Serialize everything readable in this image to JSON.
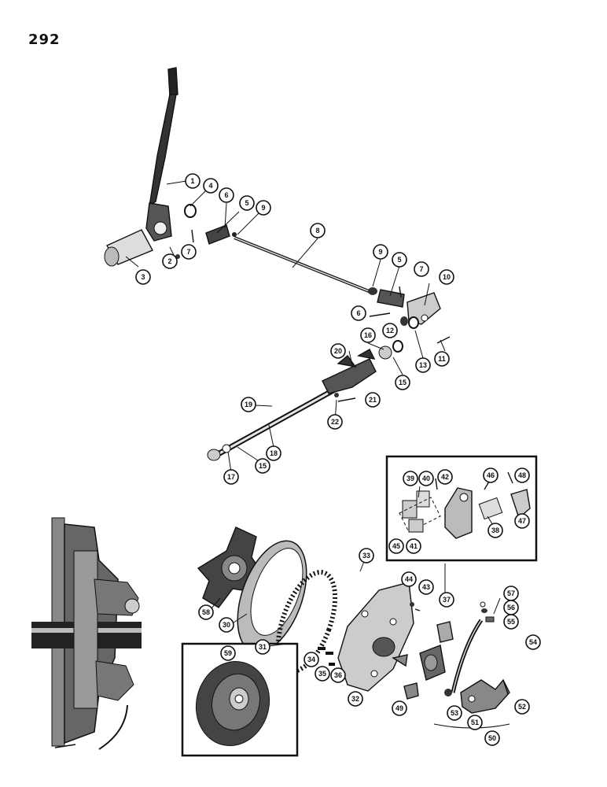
{
  "page": {
    "number": "292",
    "footer": ""
  },
  "callouts": [
    "1",
    "2",
    "3",
    "4",
    "5",
    "6",
    "7",
    "8",
    "9",
    "5",
    "7",
    "6",
    "9",
    "10",
    "12",
    "11",
    "13",
    "16",
    "20",
    "15",
    "19",
    "21",
    "22",
    "18",
    "17",
    "15",
    "33",
    "44",
    "43",
    "37",
    "39",
    "40",
    "42",
    "46",
    "48",
    "45",
    "41",
    "38",
    "47",
    "58",
    "30",
    "31",
    "34",
    "35",
    "36",
    "32",
    "59",
    "49",
    "57",
    "56",
    "55",
    "54",
    "53",
    "51",
    "52",
    "50"
  ]
}
